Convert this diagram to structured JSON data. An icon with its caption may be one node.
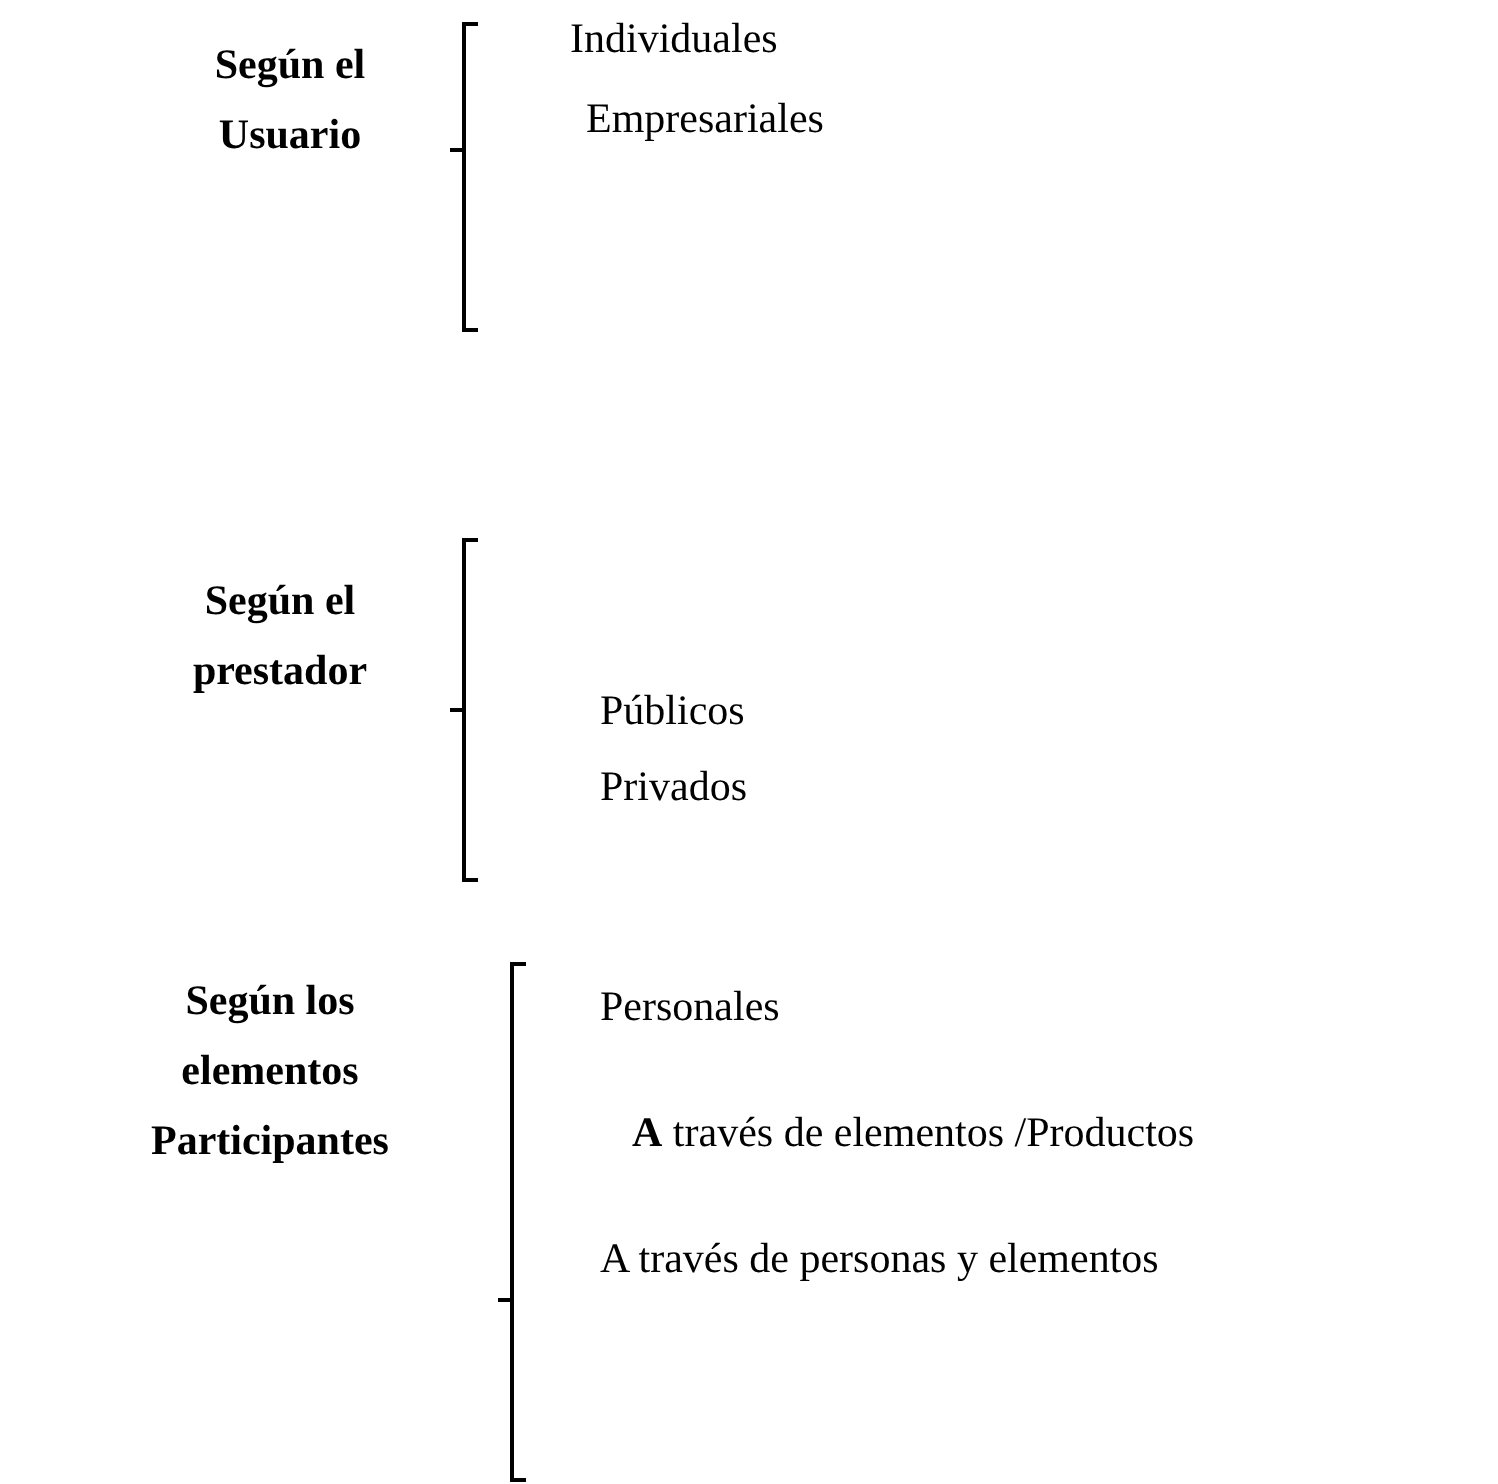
{
  "diagram": {
    "labels": [
      "Según el Usuario",
      "Individuales",
      "Empresariales",
      "Según el prestador",
      "Públicos",
      "Privados",
      "Según los elementos Participantes",
      "Personales",
      "**A** través de elementos /Productos",
      "A través de personas y elementos"
    ]
  }
}
